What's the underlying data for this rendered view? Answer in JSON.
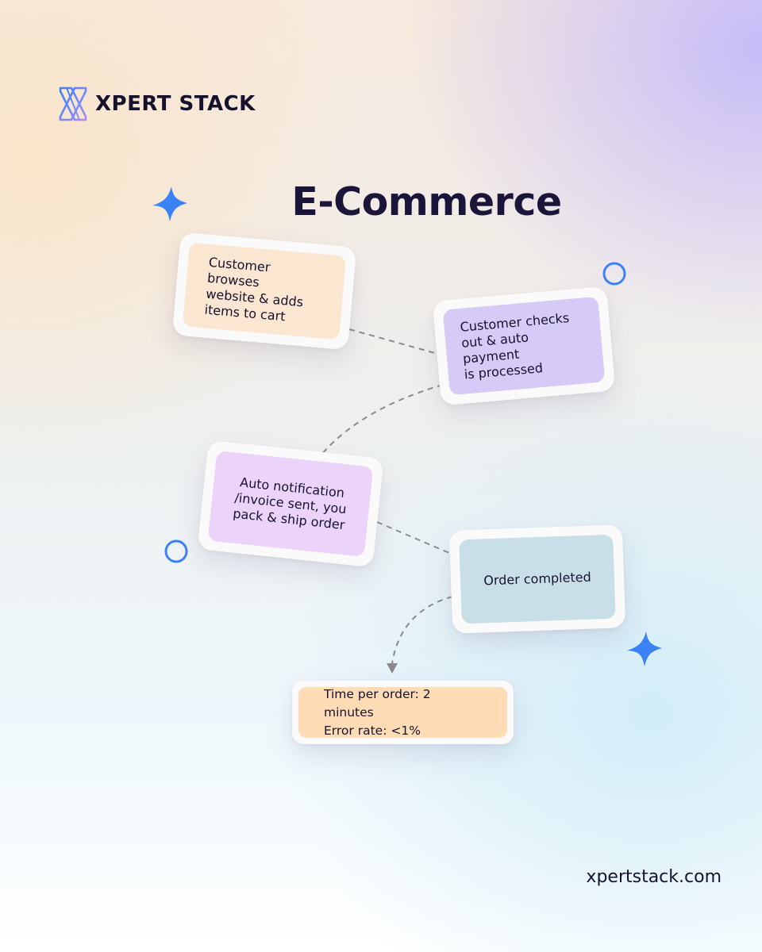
{
  "brand": {
    "name": "XPERT STACK",
    "website": "xpertstack.com",
    "logo_icon": "xpert-stack-logo-icon",
    "logo_colors": [
      "#3b82f6",
      "#6d8bff",
      "#a78bfa"
    ]
  },
  "title": "E-Commerce",
  "steps": [
    {
      "lines": [
        "Customer browses",
        "website & adds",
        "items to cart"
      ],
      "color": "#fbe6d1"
    },
    {
      "lines": [
        "Customer checks",
        "out & auto payment",
        "is processed"
      ],
      "color": "#d5cbf6"
    },
    {
      "lines": [
        "Auto notification",
        "/invoice sent, you",
        "pack & ship order"
      ],
      "color": "#ecd3fa"
    },
    {
      "lines": [
        "Order completed"
      ],
      "color": "#c9dfe8"
    }
  ],
  "metrics": {
    "time_per_order": "Time per order: 2 minutes",
    "error_rate": "Error rate: <1%",
    "color": "#fddcb6"
  },
  "decorations": {
    "accent_color": "#3b82f6",
    "icons": [
      "sparkle-star-icon",
      "ring-circle-icon"
    ]
  },
  "connector": {
    "style": "dashed",
    "color": "#8a8a8a",
    "arrow_target": "metrics"
  }
}
